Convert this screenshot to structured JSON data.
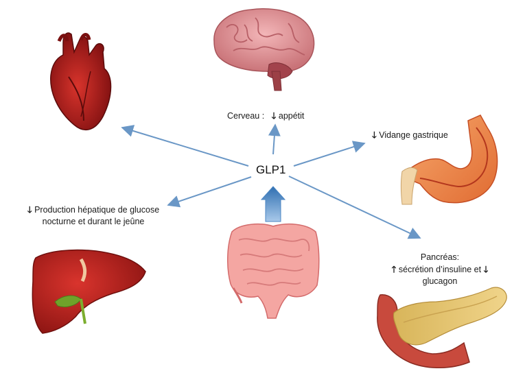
{
  "center": {
    "label": "GLP1"
  },
  "colors": {
    "arrow_line": "#6a97c6",
    "arrow_block_top": "#2f6fb1",
    "arrow_block_bottom": "#a9c9ea"
  },
  "effects": {
    "brain": {
      "organ": "Cerveau",
      "separator": " :",
      "arrow": "🡓",
      "text": "appétit"
    },
    "stomach": {
      "arrow": "🡓",
      "text": "Vidange gastrique"
    },
    "liver": {
      "arrow": "🡓",
      "line1": "Production hépatique de glucose",
      "line2": "nocturne et durant le jeûne"
    },
    "pancreas": {
      "title": "Pancréas:",
      "arrow_up": "🡑",
      "text_mid": "sécrétion d’insuline et",
      "arrow_down": "🡓",
      "line3": "glucagon"
    }
  },
  "icons": [
    "heart-icon",
    "brain-icon",
    "stomach-icon",
    "liver-icon",
    "intestine-icon",
    "pancreas-icon"
  ]
}
